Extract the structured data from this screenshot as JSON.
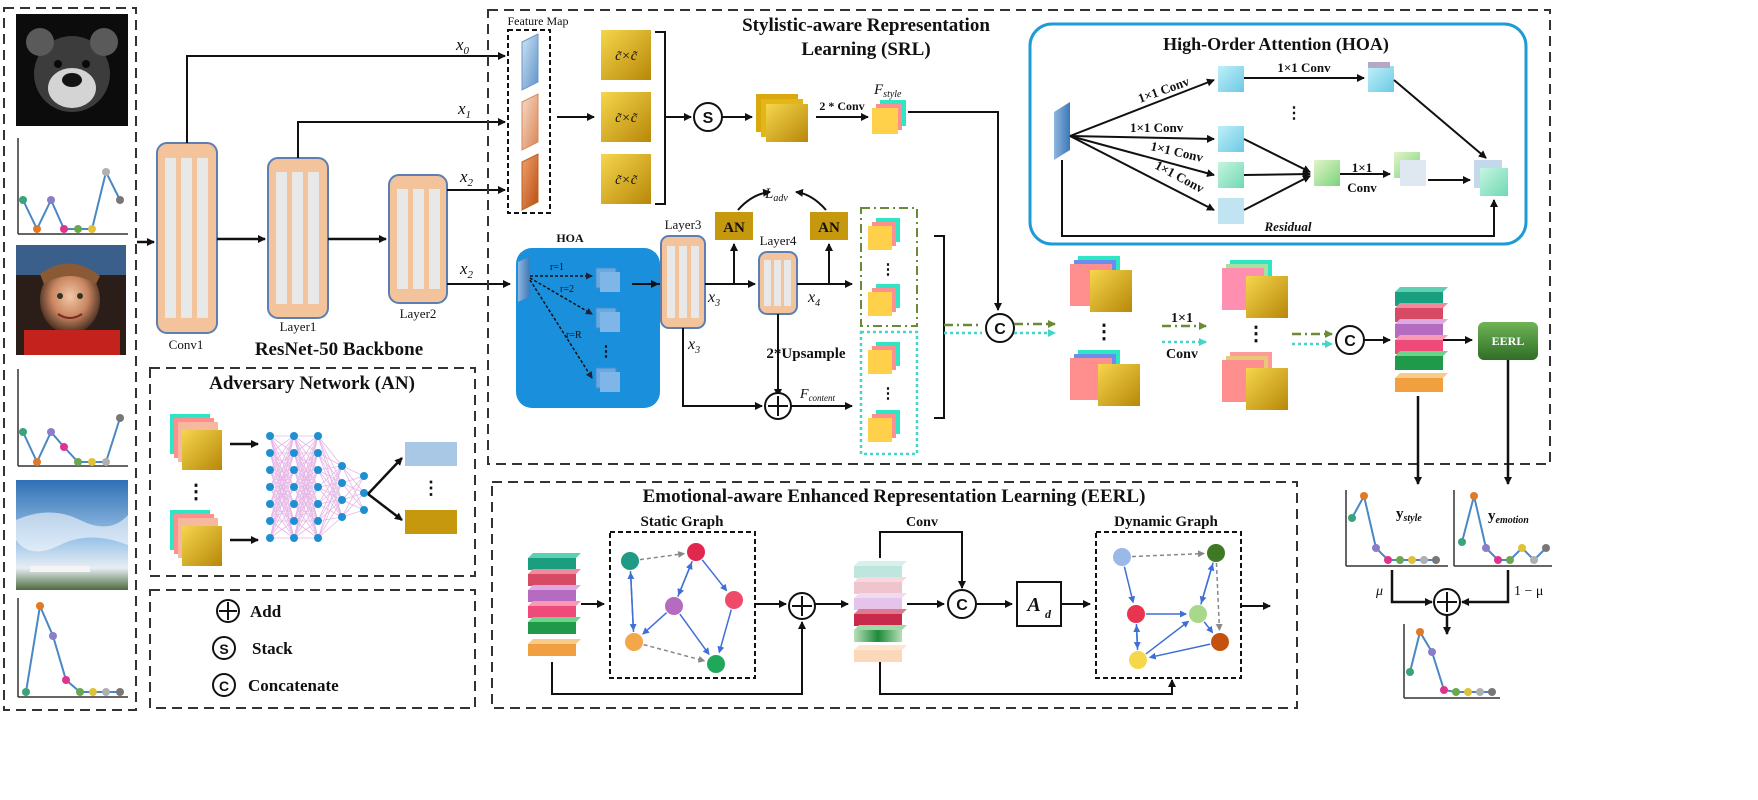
{
  "colors": {
    "accent_blue": "#1d9bd7",
    "hoa_fill": "#1a8fdc",
    "peach": "#f3c39c",
    "gold": "#c5980e",
    "eerl_green": "#4a8f3a",
    "teal": "#44d4c8"
  },
  "sections": {
    "backbone": "ResNet-50 Backbone",
    "srl_line1": "Stylistic-aware Representation",
    "srl_line2": "Learning (SRL)",
    "hoa": "High-Order Attention (HOA)",
    "an": "Adversary Network (AN)",
    "eerl": "Emotional-aware Enhanced Representation Learning (EERL)"
  },
  "labels": {
    "conv1": "Conv1",
    "layer1": "Layer1",
    "layer2": "Layer2",
    "layer3": "Layer3",
    "layer4": "Layer4",
    "feature_map": "Feature Map",
    "gram": "c̃×c̃",
    "two_conv": "2 * Conv",
    "upsample": "2*Upsample",
    "hoa_box": "HOA",
    "r1": "r=1",
    "r2": "r=2",
    "rR": "r=R",
    "an": "AN",
    "eerl_btn": "EERL",
    "conv_1x1": "1×1 Conv",
    "one_by_one": "1×1",
    "conv": "Conv",
    "residual": "Residual",
    "static_graph": "Static Graph",
    "dynamic_graph": "Dynamic Graph",
    "eerl_conv": "Conv",
    "ad": "A",
    "ad_sub": "d",
    "mu": "μ",
    "one_minus_mu": "1 − μ",
    "dots": "⋮",
    "hdots": "⋯"
  },
  "math": {
    "x0": "x",
    "x0_sub": "0",
    "x1": "x",
    "x1_sub": "1",
    "x2": "x",
    "x2_sub": "2",
    "x3": "x",
    "x3_sub": "3",
    "x4": "x",
    "x4_sub": "4",
    "f_style": "F",
    "f_style_sub": "style",
    "f_content": "F",
    "f_content_sub": "content",
    "l_adv": "L",
    "l_adv_sub": "adv",
    "y_style": "y",
    "y_style_sub": "style",
    "y_emotion": "y",
    "y_emotion_sub": "emotion"
  },
  "symbols": {
    "add": "⊕",
    "stack": "S",
    "concat": "C"
  },
  "legend": [
    {
      "symbol": "⊕",
      "label": "Add"
    },
    {
      "symbol": "S",
      "label": "Stack"
    },
    {
      "symbol": "C",
      "label": "Concatenate"
    }
  ]
}
